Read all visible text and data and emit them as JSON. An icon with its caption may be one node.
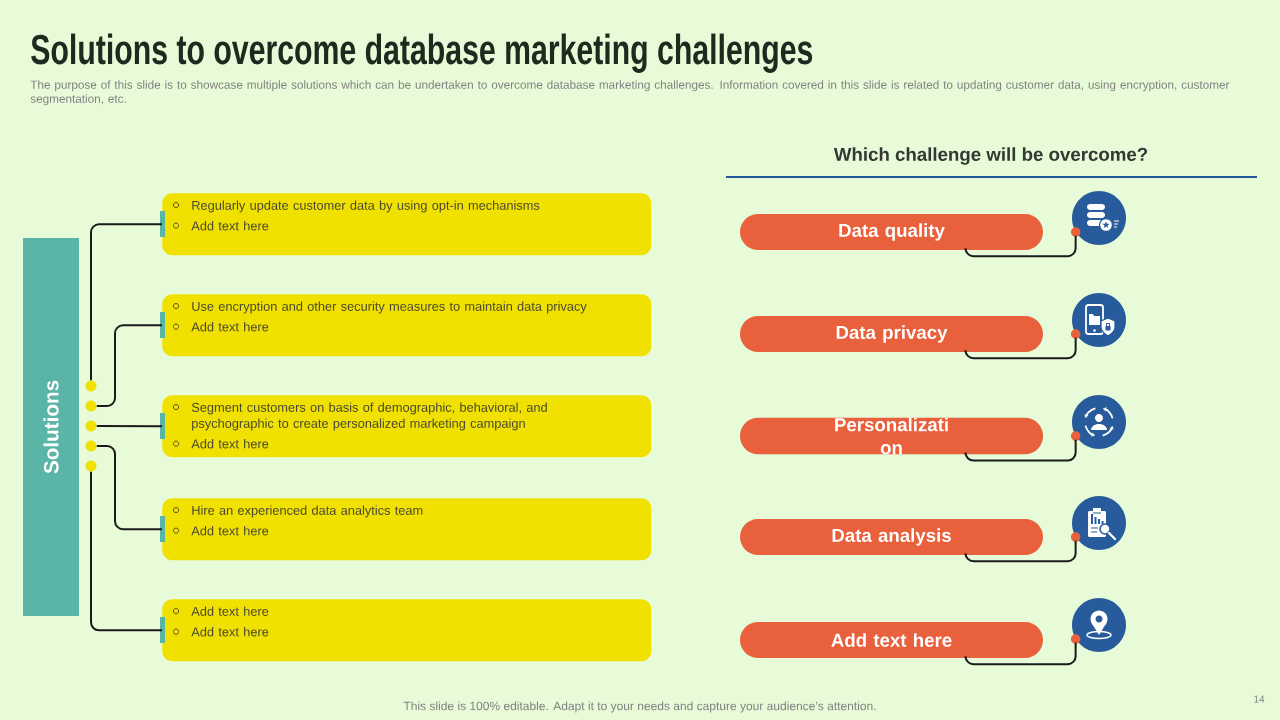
{
  "diagram": {
    "title": "Solutions to overcome database marketing challenges",
    "nodes": [
      {
        "text": [
          "Solutions"
        ]
      },
      {
        "text": [],
        "shape": "circle"
      },
      {
        "text": [],
        "shape": "circle"
      },
      {
        "text": [],
        "shape": "circle"
      },
      {
        "text": [],
        "shape": "circle"
      },
      {
        "text": [],
        "shape": "circle"
      },
      {
        "text": [
          "Regularly update customer data by using opt-in mechanisms",
          "Add text here"
        ]
      },
      {
        "text": [
          "Use encryption and other security measures to maintain data privacy",
          "Add text here"
        ]
      },
      {
        "text": [
          "Segment customers on basis of demographic, behavioral, and psychographic to create personalized marketing campaign",
          "Add text here"
        ]
      },
      {
        "text": [
          "Hire an experienced data analytics team",
          "Add text here"
        ]
      },
      {
        "text": [
          "Add text here",
          "Add text here"
        ]
      },
      {
        "text": [
          "Data quality"
        ]
      },
      {
        "text": [
          "Data privacy"
        ]
      },
      {
        "text": [
          "Personalizati on"
        ]
      },
      {
        "text": [
          "Data analysis"
        ]
      },
      {
        "text": [
          "Add text here"
        ]
      },
      {
        "text": [],
        "shape": "circle"
      },
      {
        "text": [],
        "shape": "circle"
      },
      {
        "text": [],
        "shape": "circle"
      },
      {
        "text": [],
        "shape": "circle"
      },
      {
        "text": [],
        "shape": "circle"
      }
    ],
    "edges": [
      {
        "from": 1,
        "to": 6,
        "arrow": "none"
      },
      {
        "from": 2,
        "to": 7,
        "arrow": "none"
      },
      {
        "from": 3,
        "to": 8,
        "arrow": "none"
      },
      {
        "from": 4,
        "to": 9,
        "arrow": "none"
      },
      {
        "from": 5,
        "to": 10,
        "arrow": "none"
      },
      {
        "from": 11,
        "to": 16,
        "arrow": "none"
      },
      {
        "from": 12,
        "to": 17,
        "arrow": "none"
      },
      {
        "from": 13,
        "to": 18,
        "arrow": "none"
      },
      {
        "from": 14,
        "to": 19,
        "arrow": "none"
      },
      {
        "from": 15,
        "to": 20,
        "arrow": "none"
      }
    ],
    "labels": [
      "The purpose of this slide is to showcase multiple solutions which can be undertaken to overcome database marketing challenges. Information covered in this slide is related to updating customer data, using encryption, customer segmentation, etc.",
      "Which challenge will be overcome?",
      "This slide is 100% editable. Adapt it to your needs and capture your audience’s attention.",
      "14"
    ]
  }
}
